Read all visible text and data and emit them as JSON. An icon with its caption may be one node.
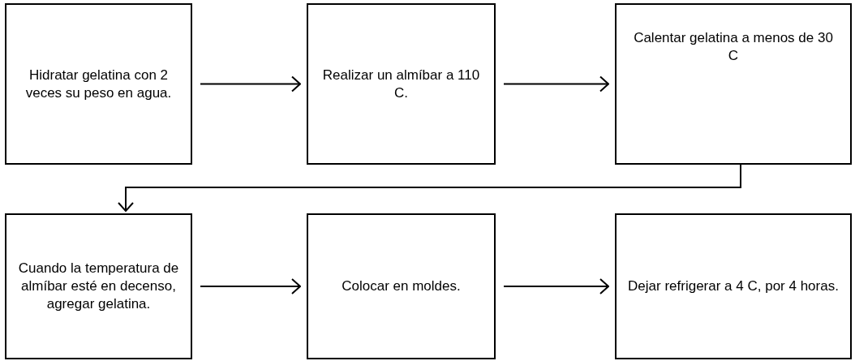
{
  "diagram": {
    "nodes": [
      {
        "text": [
          "Hidratar gelatina con 2 veces su peso en agua."
        ]
      },
      {
        "text": [
          "Realizar un almíbar a 110 C."
        ]
      },
      {
        "text": [
          "Calentar gelatina a menos de 30 C"
        ]
      },
      {
        "text": [
          "Cuando la temperatura de almíbar esté en decenso, agregar gelatina."
        ]
      },
      {
        "text": [
          "Colocar en moldes."
        ]
      },
      {
        "text": [
          "Dejar refrigerar a 4 C, por 4 horas."
        ]
      }
    ],
    "edges": [
      {
        "from": 0,
        "to": 1,
        "arrow": "to"
      },
      {
        "from": 1,
        "to": 2,
        "arrow": "to"
      },
      {
        "from": 2,
        "to": 3,
        "arrow": "to"
      },
      {
        "from": 3,
        "to": 4,
        "arrow": "to"
      },
      {
        "from": 4,
        "to": 5,
        "arrow": "to"
      }
    ]
  }
}
